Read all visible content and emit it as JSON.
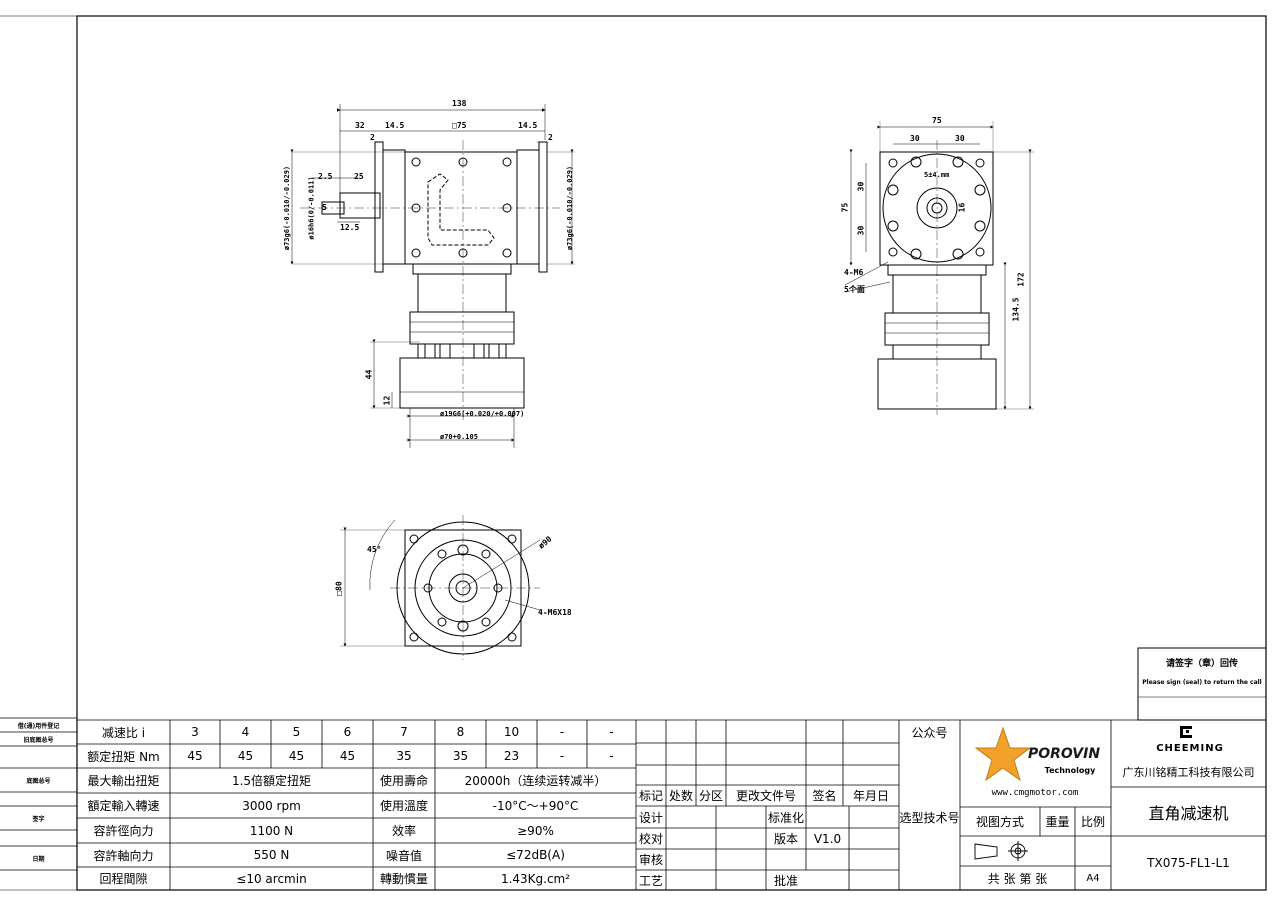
{
  "drawing": {
    "side_view_dims": {
      "overall": "138",
      "d32": "32",
      "d14_5_left": "14.5",
      "sq75": "□75",
      "d14_5_right": "14.5",
      "d2_left": "2",
      "d2_right": "2",
      "d2_5": "2.5",
      "d25": "25",
      "d12_5": "12.5",
      "d5": "5",
      "d73g6_left": "ø73g6(-0.010/-0.029)",
      "d16h6": "ø16h6(0/-0.011)",
      "d73g6_right": "ø73g6(-0.010/-0.029)",
      "d44": "44",
      "d12": "12",
      "d19g6": "ø19G6(+0.020/+0.007)",
      "d70g6": "ø70+0.105"
    },
    "end_view_dims": {
      "width": "75",
      "d30_left": "30",
      "d30_right": "30",
      "d30_top": "30",
      "d30_bottom": "30",
      "d75": "75",
      "key": "5±4.mm",
      "d16": "16",
      "m6": "4-M6",
      "holes": "5个面",
      "d172": "172",
      "d134_5": "134.5"
    },
    "flange_view_dims": {
      "angle": "45°",
      "d90": "ø90",
      "sq80": "□80",
      "m6x18": "4-M6X18"
    }
  },
  "margin_labels": {
    "l1": "借(通)用件登记",
    "l2": "旧底图总号",
    "l3": "底图总号",
    "l4": "签字",
    "l5": "日期"
  },
  "spec_table": {
    "row_ratio": {
      "label": "减速比 i",
      "values": [
        "3",
        "4",
        "5",
        "6",
        "7",
        "8",
        "10",
        "-",
        "-"
      ]
    },
    "row_torque": {
      "label": "额定扭矩 Nm",
      "values": [
        "45",
        "45",
        "45",
        "45",
        "35",
        "35",
        "23",
        "-",
        "-"
      ]
    },
    "rows": [
      {
        "l1": "最大輸出扭矩",
        "v1": "1.5倍額定扭矩",
        "l2": "使用壽命",
        "v2": "20000h（连续运转减半）"
      },
      {
        "l1": "額定輸入轉速",
        "v1": "3000 rpm",
        "l2": "使用溫度",
        "v2": "-10°C～+90°C"
      },
      {
        "l1": "容許徑向力",
        "v1": "1100 N",
        "l2": "效率",
        "v2": "≥90%"
      },
      {
        "l1": "容許軸向力",
        "v1": "550 N",
        "l2": "噪音值",
        "v2": "≤72dB(A)"
      },
      {
        "l1": "回程間隙",
        "v1": "≤10 arcmin",
        "l2": "轉動慣量",
        "v2": "1.43Kg.cm²"
      }
    ]
  },
  "revision_block": {
    "mark": "标记",
    "place": "处数",
    "zone": "分区",
    "doc": "更改文件号",
    "sign": "签名",
    "date": "年月日",
    "design": "设计",
    "standard": "标准化",
    "check": "校对",
    "version_label": "版本",
    "version": "V1.0",
    "review": "审核",
    "craft": "工艺",
    "approve": "批准"
  },
  "title_block": {
    "wechat": "公众号",
    "selection": "选型技术号",
    "brand": "POROVIN",
    "brand_sub": "Technology",
    "website": "www.cmgmotor.com",
    "view_method": "视图方式",
    "weight": "重量",
    "scale": "比例",
    "sheets": "共 张 第 张",
    "paper": "A4",
    "company_logo": "CHEEMING",
    "company": "广东川铭精工科技有限公司",
    "product": "直角减速机",
    "model": "TX075-FL1-L1",
    "seal_note": "请签字（章）回传",
    "seal_note_en": "Please sign (seal) to return the call"
  }
}
